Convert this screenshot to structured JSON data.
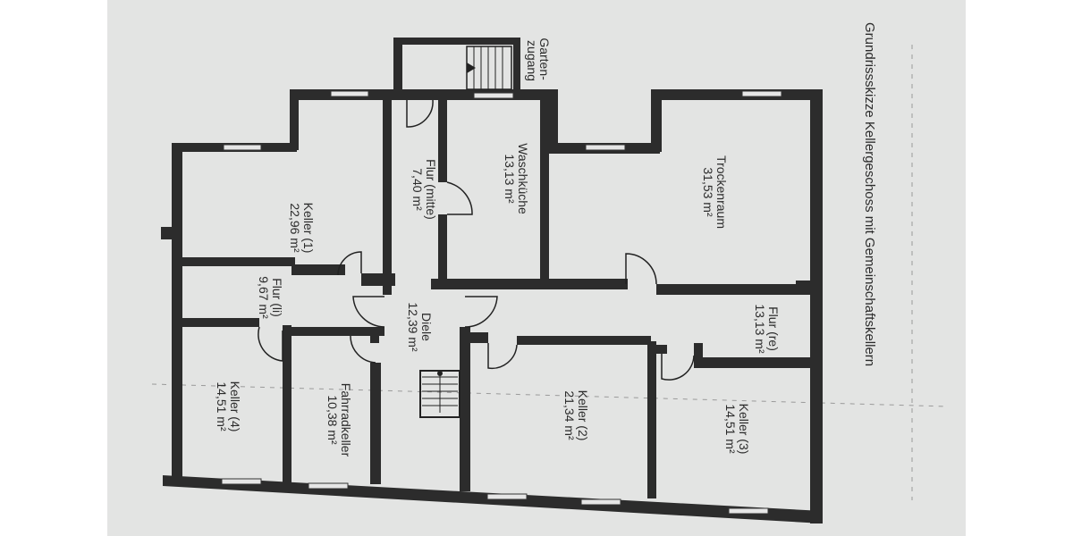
{
  "title": "Grundrissskizze Kellergeschoss mit Gemeinschaftskellern",
  "garden_access": {
    "line1": "Garten-",
    "line2": "zugang"
  },
  "rooms": [
    {
      "name": "Keller (1)",
      "area": "22,96 m²"
    },
    {
      "name": "Flur (mitte)",
      "area": "7,40 m²"
    },
    {
      "name": "Waschküche",
      "area": "13,13 m²"
    },
    {
      "name": "Trockenraum",
      "area": "31,53 m²"
    },
    {
      "name": "Flur (li)",
      "area": "9,67 m²"
    },
    {
      "name": "Diele",
      "area": "12,39 m²"
    },
    {
      "name": "Fahrradkeller",
      "area": "10,38 m²"
    },
    {
      "name": "Keller (4)",
      "area": "14,51 m²"
    },
    {
      "name": "Flur (re)",
      "area": "13,13 m²"
    },
    {
      "name": "Keller (2)",
      "area": "21,34 m²"
    },
    {
      "name": "Keller (3)",
      "area": "14,51 m²"
    }
  ],
  "colors": {
    "paper": "#e3e4e3",
    "wall": "#2c2c2c"
  }
}
